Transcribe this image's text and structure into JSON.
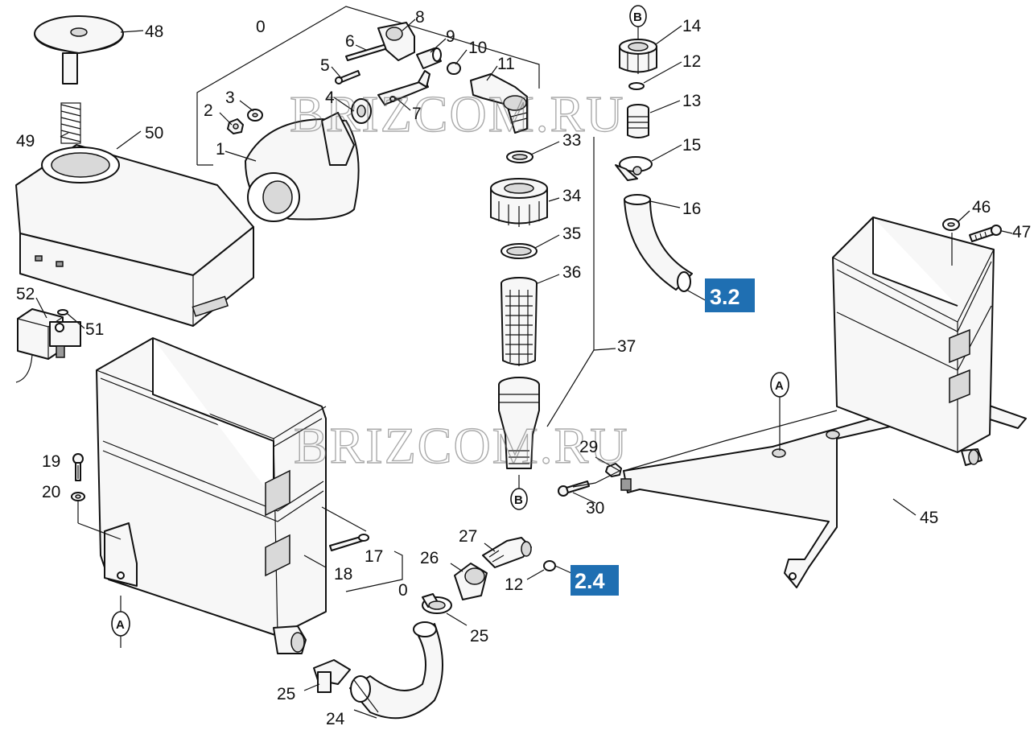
{
  "watermark": {
    "text": "BRIZCOM.RU"
  },
  "callouts": [
    {
      "id": "c0a",
      "text": "0"
    },
    {
      "id": "c1",
      "text": "1"
    },
    {
      "id": "c2",
      "text": "2"
    },
    {
      "id": "c3",
      "text": "3"
    },
    {
      "id": "c4",
      "text": "4"
    },
    {
      "id": "c5",
      "text": "5"
    },
    {
      "id": "c6",
      "text": "6"
    },
    {
      "id": "c7",
      "text": "7"
    },
    {
      "id": "c8",
      "text": "8"
    },
    {
      "id": "c9",
      "text": "9"
    },
    {
      "id": "c10",
      "text": "10"
    },
    {
      "id": "c11",
      "text": "11"
    },
    {
      "id": "c12a",
      "text": "12"
    },
    {
      "id": "c12b",
      "text": "12"
    },
    {
      "id": "c13",
      "text": "13"
    },
    {
      "id": "c14",
      "text": "14"
    },
    {
      "id": "c15",
      "text": "15"
    },
    {
      "id": "c16",
      "text": "16"
    },
    {
      "id": "c17",
      "text": "17"
    },
    {
      "id": "c18",
      "text": "18"
    },
    {
      "id": "c19",
      "text": "19"
    },
    {
      "id": "c20",
      "text": "20"
    },
    {
      "id": "c24",
      "text": "24"
    },
    {
      "id": "c25a",
      "text": "25"
    },
    {
      "id": "c25b",
      "text": "25"
    },
    {
      "id": "c26",
      "text": "26"
    },
    {
      "id": "c27",
      "text": "27"
    },
    {
      "id": "c29",
      "text": "29"
    },
    {
      "id": "c30",
      "text": "30"
    },
    {
      "id": "c33",
      "text": "33"
    },
    {
      "id": "c34",
      "text": "34"
    },
    {
      "id": "c35",
      "text": "35"
    },
    {
      "id": "c36",
      "text": "36"
    },
    {
      "id": "c37",
      "text": "37"
    },
    {
      "id": "c45",
      "text": "45"
    },
    {
      "id": "c46",
      "text": "46"
    },
    {
      "id": "c47",
      "text": "47"
    },
    {
      "id": "c48",
      "text": "48"
    },
    {
      "id": "c49",
      "text": "49"
    },
    {
      "id": "c50",
      "text": "50"
    },
    {
      "id": "c51",
      "text": "51"
    },
    {
      "id": "c52",
      "text": "52"
    },
    {
      "id": "c0b",
      "text": "0"
    }
  ],
  "references": [
    {
      "id": "ref32",
      "text": "3.2",
      "color": "#1f6fb2"
    },
    {
      "id": "ref24",
      "text": "2.4",
      "color": "#1f6fb2"
    }
  ],
  "markers": [
    {
      "id": "mB1",
      "text": "B"
    },
    {
      "id": "mB2",
      "text": "B"
    },
    {
      "id": "mA1",
      "text": "A"
    },
    {
      "id": "mA2",
      "text": "A"
    }
  ]
}
